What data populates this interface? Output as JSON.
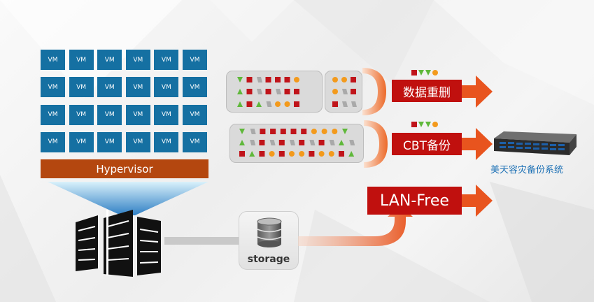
{
  "diagram": {
    "vm_label": "VM",
    "vm_rows": 4,
    "vm_cols": 6,
    "hypervisor_label": "Hypervisor",
    "storage_label": "storage",
    "labels": {
      "dedup": "数据重删",
      "cbt": "CBT备份",
      "lanfree": "LAN-Free"
    },
    "appliance_caption": "美天容灾备份系统"
  },
  "colors": {
    "vm_blue": "#1570a2",
    "hypervisor_brown": "#b4470f",
    "label_red": "#c0100e",
    "arrow_orange": "#e8541e",
    "caption_blue": "#1a6fb4",
    "sym_red": "#c0141a",
    "sym_green": "#5fb83a",
    "sym_orange": "#f39a1c",
    "sym_gray": "#a9a9a9"
  },
  "icons": [
    "server-rack-icon",
    "database-icon",
    "rack-appliance-icon",
    "arrow-right-icon"
  ]
}
